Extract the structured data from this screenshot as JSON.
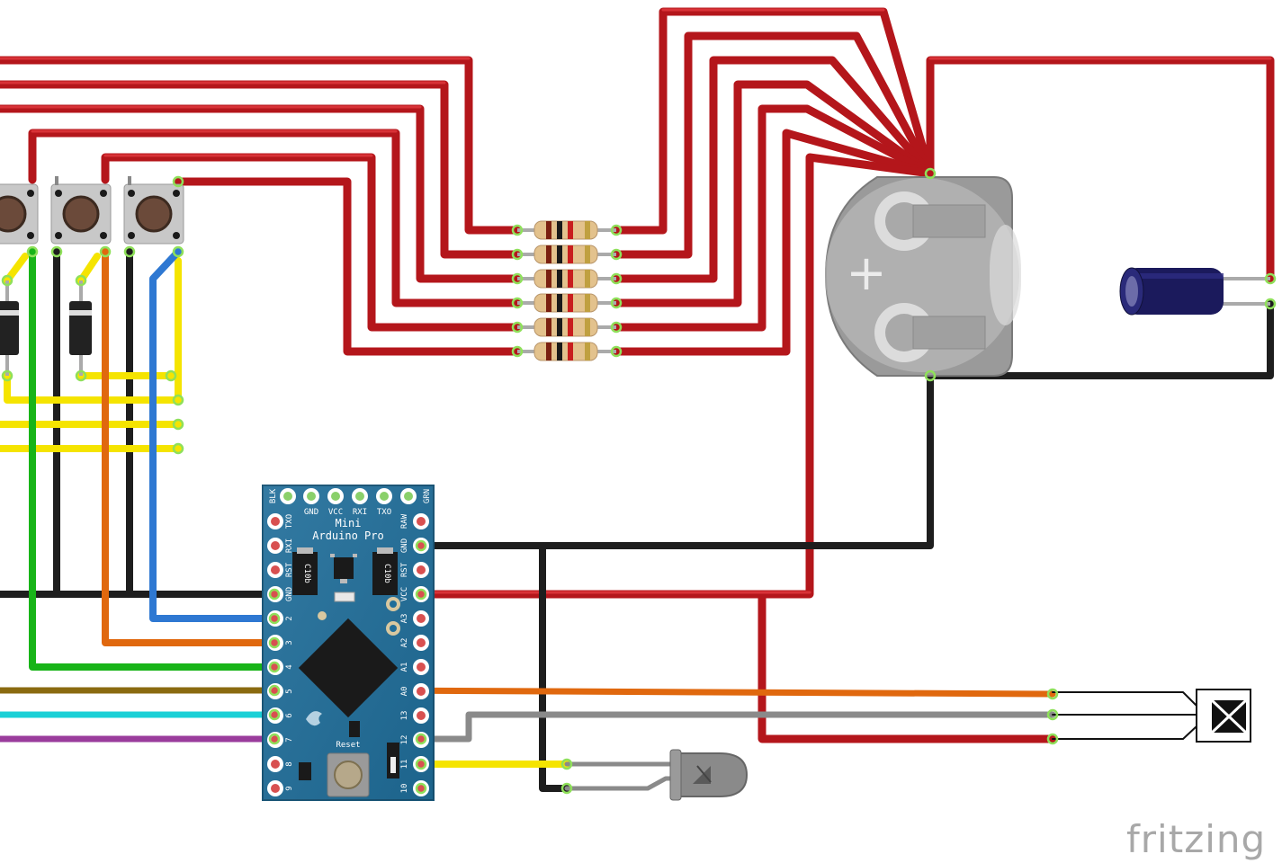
{
  "app": {
    "logo_text": "fritzing"
  },
  "board": {
    "title_line1": "Mini",
    "title_line2": "Arduino Pro",
    "top_pins": [
      "BLK",
      "GND",
      "VCC",
      "RXI",
      "TXO",
      "GRN"
    ],
    "left_pins": [
      "TXO",
      "RXI",
      "RST",
      "GND",
      "2",
      "3",
      "4",
      "5",
      "6",
      "7",
      "8",
      "9"
    ],
    "right_pins": [
      "RAW",
      "GND",
      "RST",
      "VCC",
      "A3",
      "A2",
      "A1",
      "A0",
      "13",
      "12",
      "11",
      "10"
    ],
    "chip_label": "C10b",
    "reset_label": "Reset"
  },
  "battery": {
    "plus_symbol": "+"
  },
  "colors": {
    "red": "#c4161c",
    "black": "#1e1e1e",
    "yellow": "#f5e400",
    "green": "#18b418",
    "orange": "#e0680e",
    "blue": "#2e78d2",
    "gray": "#8a8a8a",
    "brown": "#8a6a10",
    "cyan": "#19d0d6",
    "purple": "#9a3c9c",
    "board": "#1f6d99"
  }
}
